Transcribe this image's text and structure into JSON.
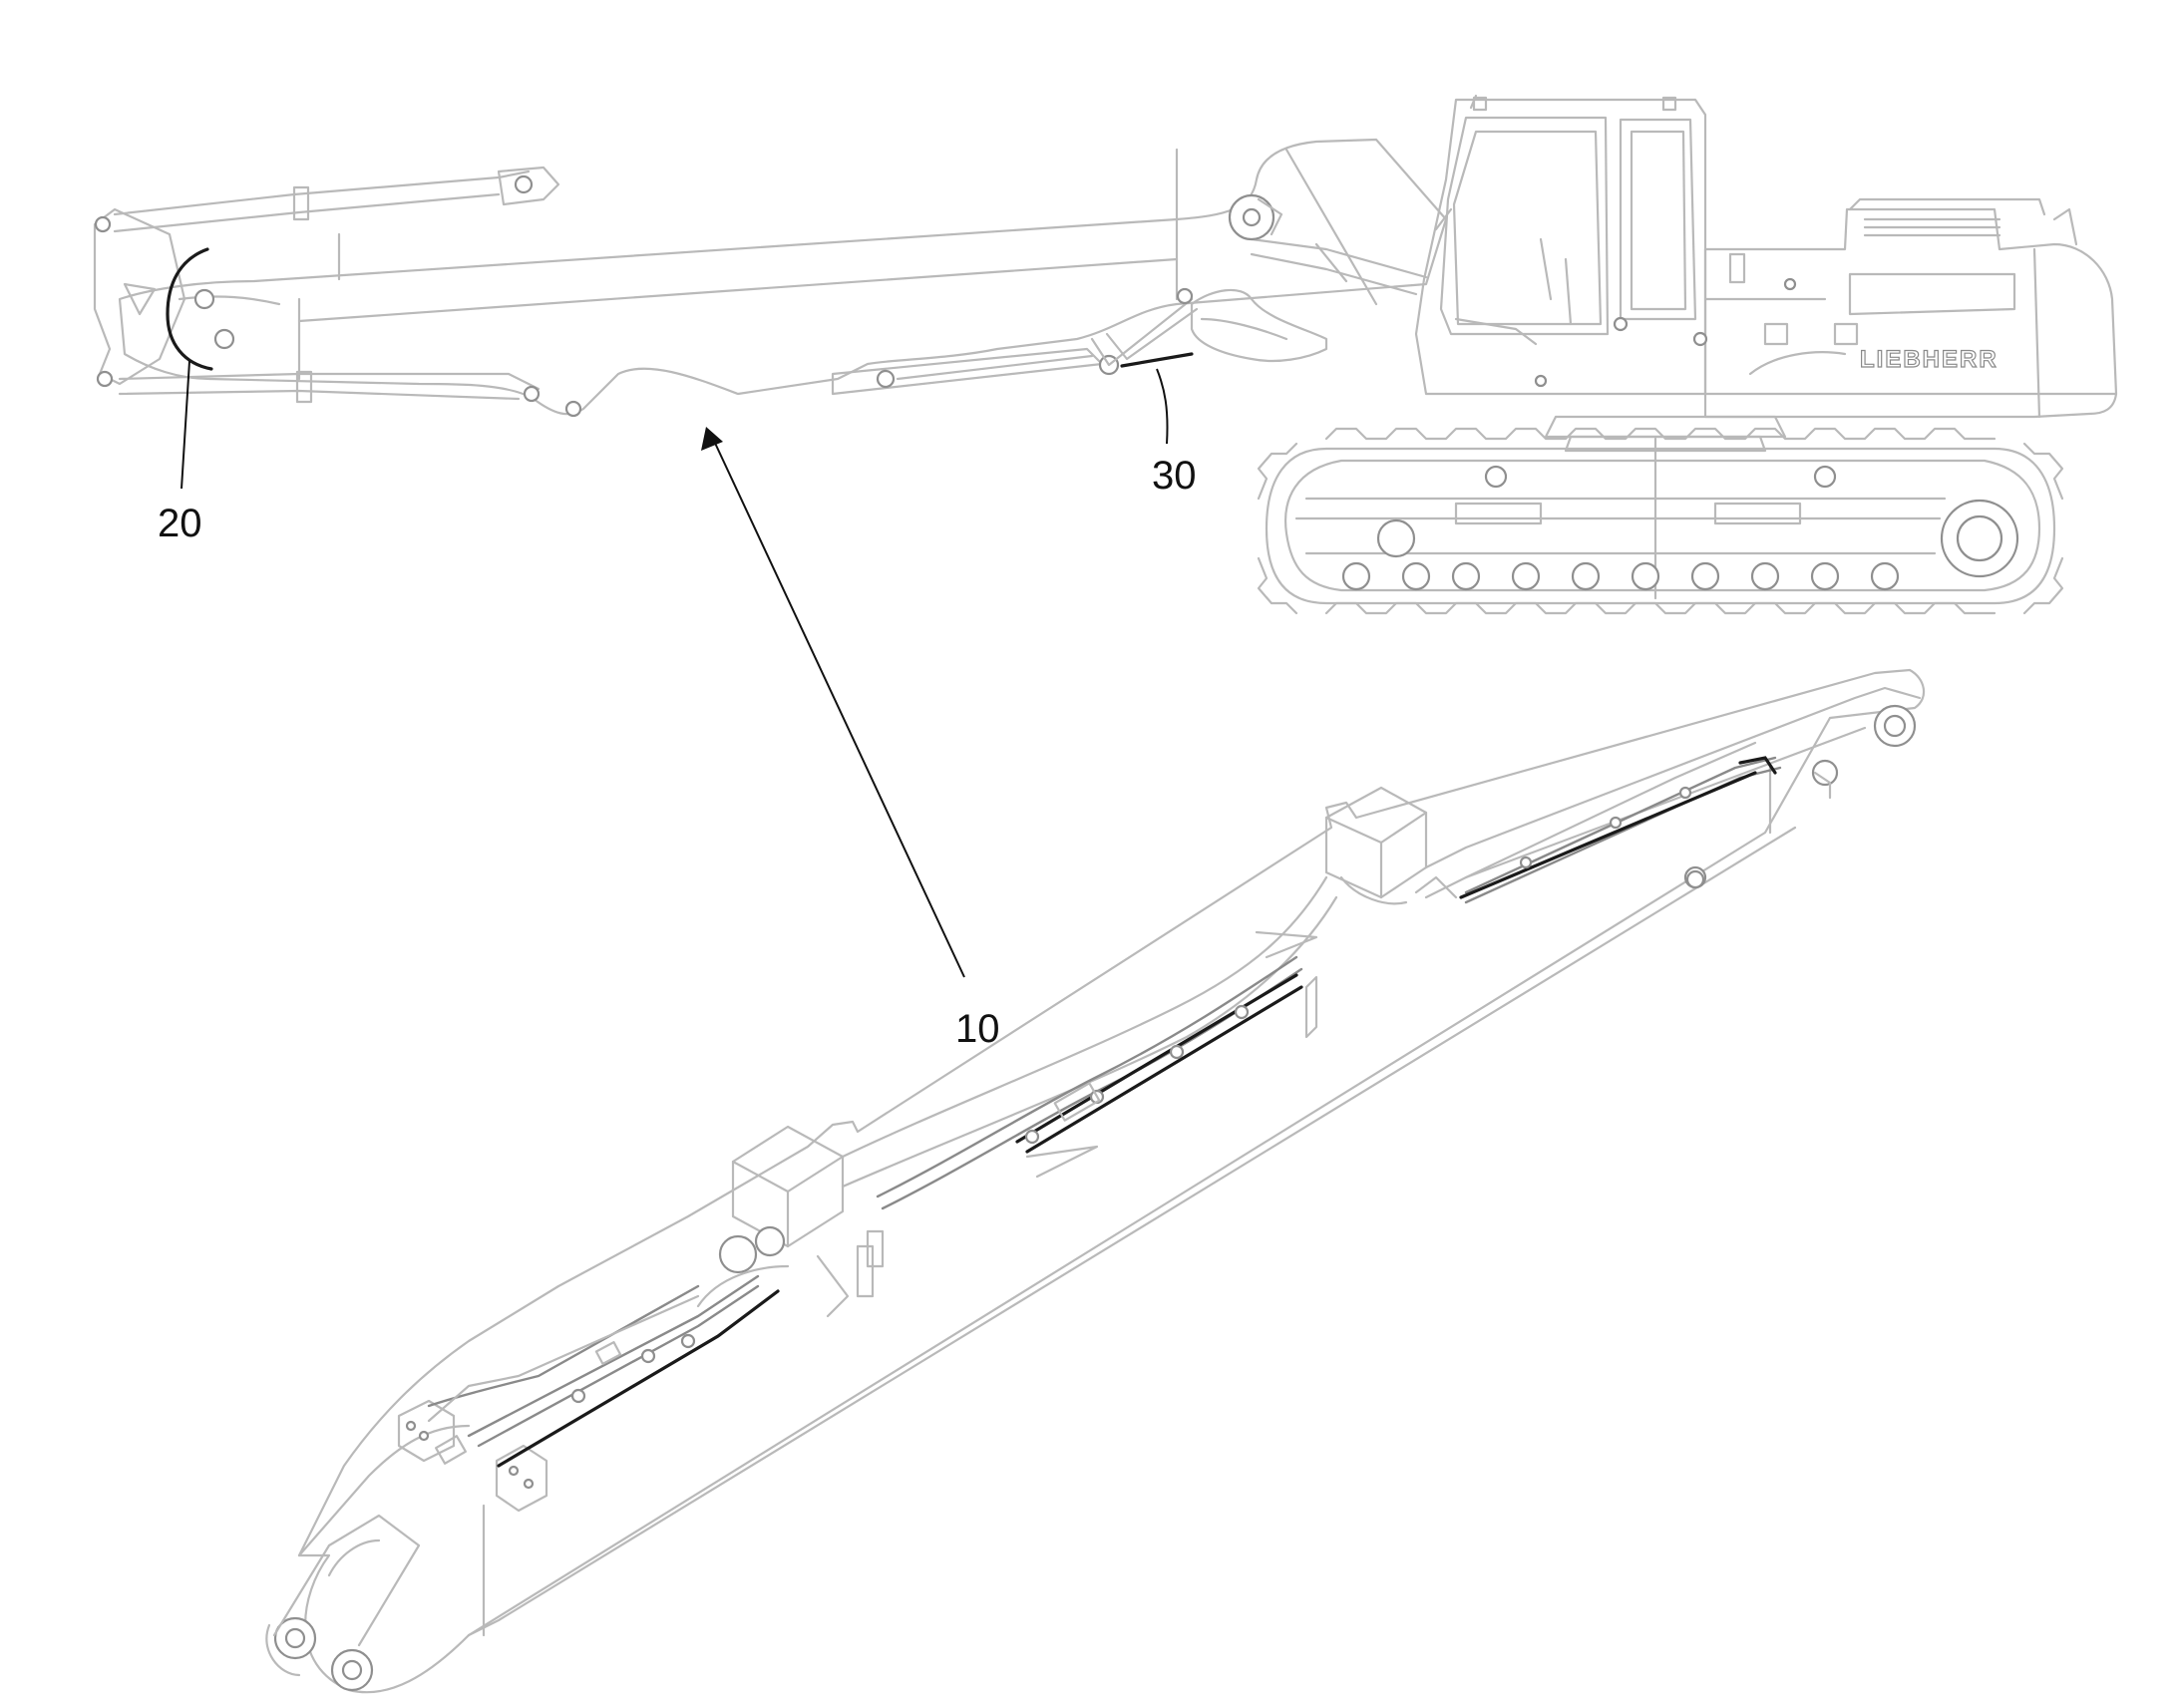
{
  "figure": {
    "labels": {
      "ref_10": "10",
      "ref_20": "20",
      "ref_30": "30",
      "brand": "LIEBHERR"
    },
    "colors": {
      "line_light": "#b9b9b9",
      "line_mid": "#8a8a8a",
      "line_dark": "#1a1a1a",
      "background": "#ffffff"
    }
  }
}
